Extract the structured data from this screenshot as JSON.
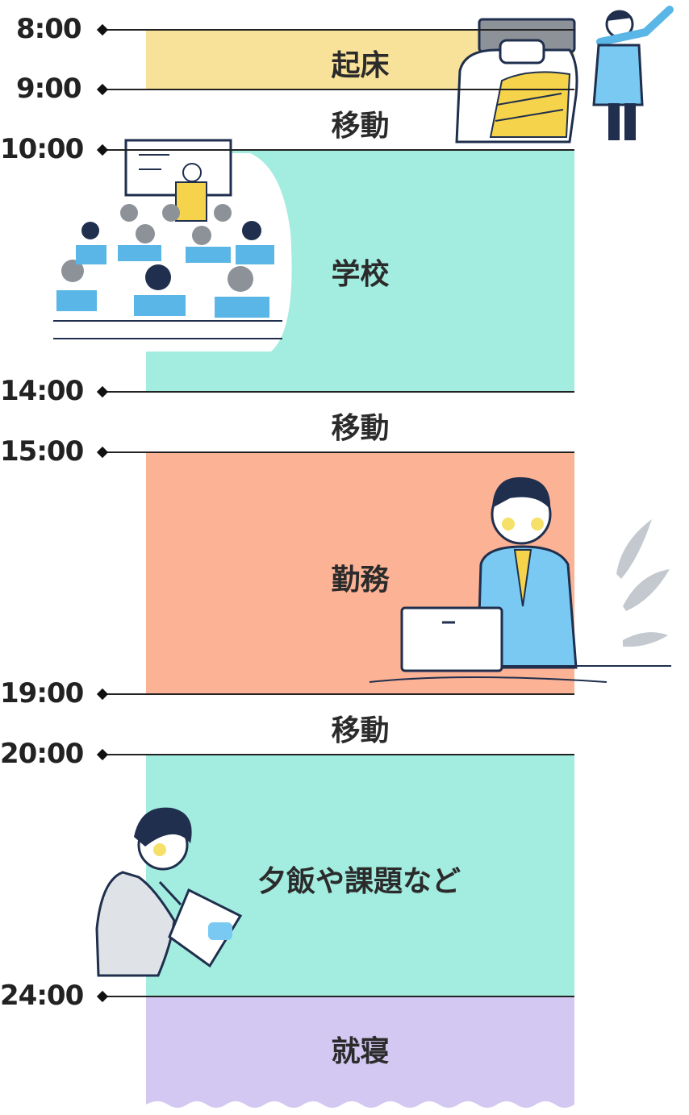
{
  "colors": {
    "wake": "#f8e29a",
    "school": "#a3ece0",
    "work": "#fbb295",
    "evening": "#a3ece0",
    "sleep": "#d3c8f2",
    "line": "#222222"
  },
  "times": [
    "8:00",
    "9:00",
    "10:00",
    "14:00",
    "15:00",
    "19:00",
    "20:00",
    "24:00"
  ],
  "activities": {
    "wake": "起床",
    "move1": "移動",
    "school": "学校",
    "move2": "移動",
    "work": "勤務",
    "move3": "移動",
    "evening": "夕飯や課題など",
    "sleep": "就寝"
  },
  "icons": {
    "wake": "waking-person-illustration",
    "school": "classroom-illustration",
    "work": "office-worker-illustration",
    "evening": "student-writing-illustration"
  }
}
